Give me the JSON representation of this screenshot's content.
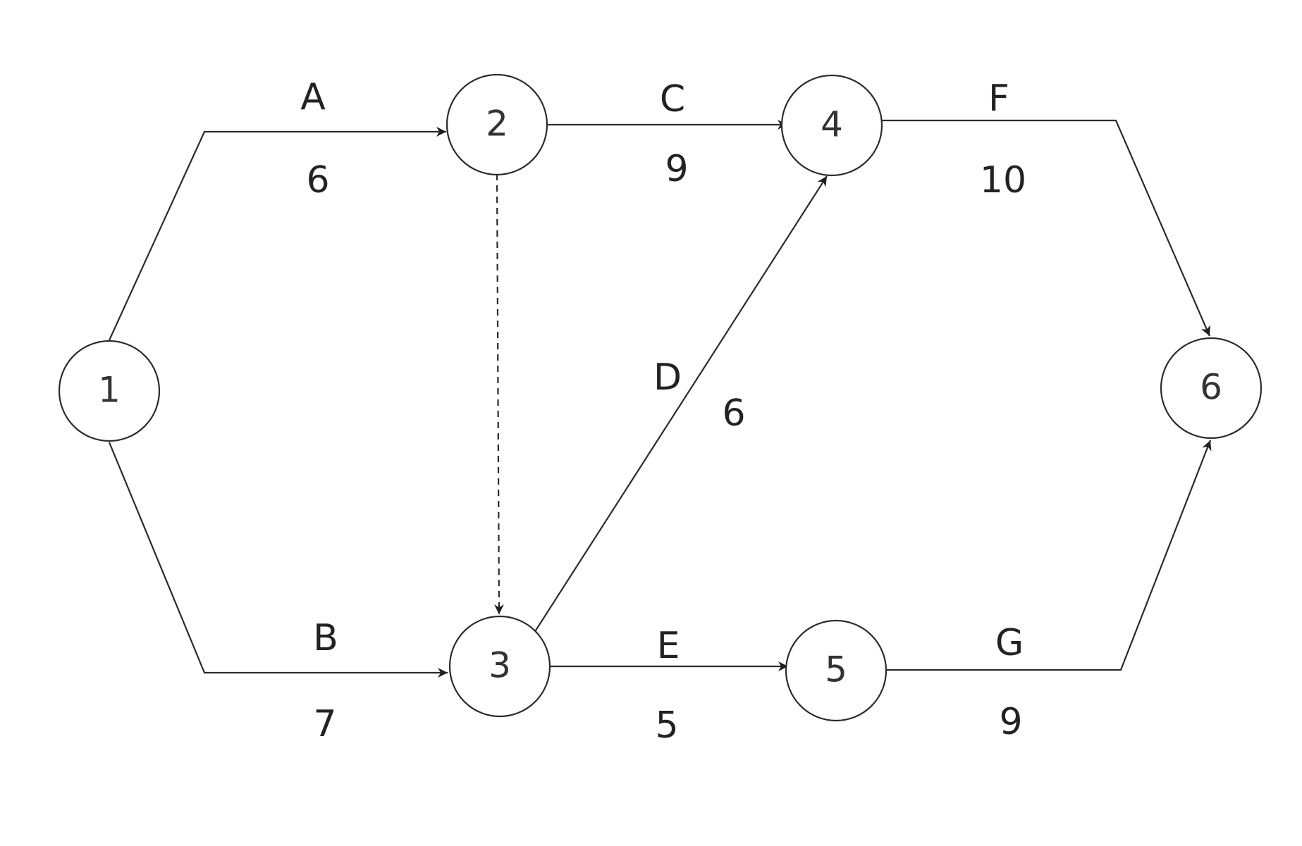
{
  "network": {
    "nodes": [
      {
        "id": "1",
        "label": "1"
      },
      {
        "id": "2",
        "label": "2"
      },
      {
        "id": "3",
        "label": "3"
      },
      {
        "id": "4",
        "label": "4"
      },
      {
        "id": "5",
        "label": "5"
      },
      {
        "id": "6",
        "label": "6"
      }
    ],
    "activities": [
      {
        "from": "1",
        "to": "2",
        "name": "A",
        "duration": "6"
      },
      {
        "from": "1",
        "to": "3",
        "name": "B",
        "duration": "7"
      },
      {
        "from": "2",
        "to": "4",
        "name": "C",
        "duration": "9"
      },
      {
        "from": "3",
        "to": "4",
        "name": "D",
        "duration": "6"
      },
      {
        "from": "3",
        "to": "5",
        "name": "E",
        "duration": "5"
      },
      {
        "from": "4",
        "to": "6",
        "name": "F",
        "duration": "10"
      },
      {
        "from": "5",
        "to": "6",
        "name": "G",
        "duration": "9"
      }
    ],
    "dummies": [
      {
        "from": "2",
        "to": "3",
        "name": "",
        "duration": "",
        "style": "dashed"
      }
    ],
    "colors": {
      "line": "#2b2b2b",
      "text": "#222222",
      "background": "#ffffff"
    }
  }
}
